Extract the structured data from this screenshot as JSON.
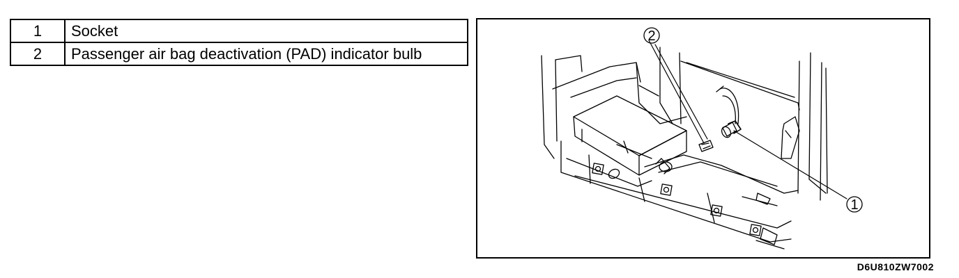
{
  "legend": {
    "rows": [
      {
        "number": "1",
        "label": "Socket"
      },
      {
        "number": "2",
        "label": "Passenger air bag deactivation (PAD) indicator bulb"
      }
    ]
  },
  "figure": {
    "callouts": [
      "1",
      "2"
    ],
    "code": "D6U810ZW7002"
  }
}
